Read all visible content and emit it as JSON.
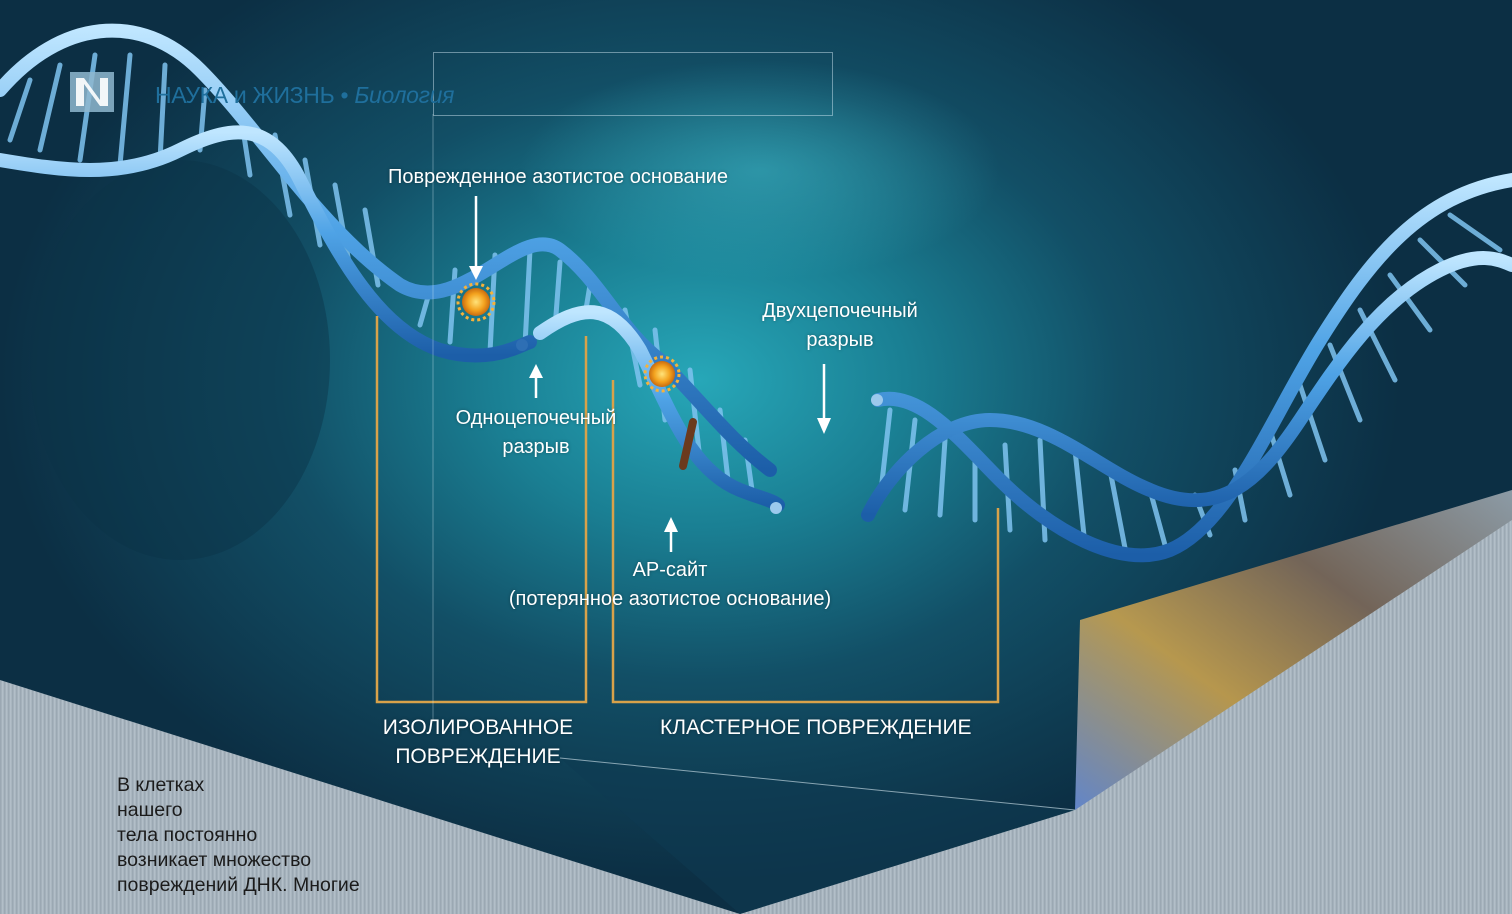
{
  "header": {
    "brand": "НАУКА и ЖИЗНЬ",
    "separator": " • ",
    "section": "Биология"
  },
  "labels": {
    "damaged_base": "Поврежденное азотистое основание",
    "single_strand_break_line1": "Одноцепочечный",
    "single_strand_break_line2": "разрыв",
    "double_strand_break_line1": "Двухцепочечный",
    "double_strand_break_line2": "разрыв",
    "ap_site_line1": "АР-сайт",
    "ap_site_line2": "(потерянное азотистое основание)",
    "isolated_line1": "ИЗОЛИРОВАННОЕ",
    "isolated_line2": "ПОВРЕЖДЕНИЕ",
    "cluster": "КЛАСТЕРНОЕ ПОВРЕЖДЕНИЕ"
  },
  "intro_text": [
    "В клетках",
    "нашего",
    "тела постоянно",
    "возникает множество",
    "повреждений ДНК. Многие"
  ],
  "colors": {
    "dna": "#3d8fd6",
    "bracket": "#d8a24a",
    "header_text": "#1f6f9c",
    "damage": "#f0a020",
    "ap_mark": "#6b3a1e"
  }
}
